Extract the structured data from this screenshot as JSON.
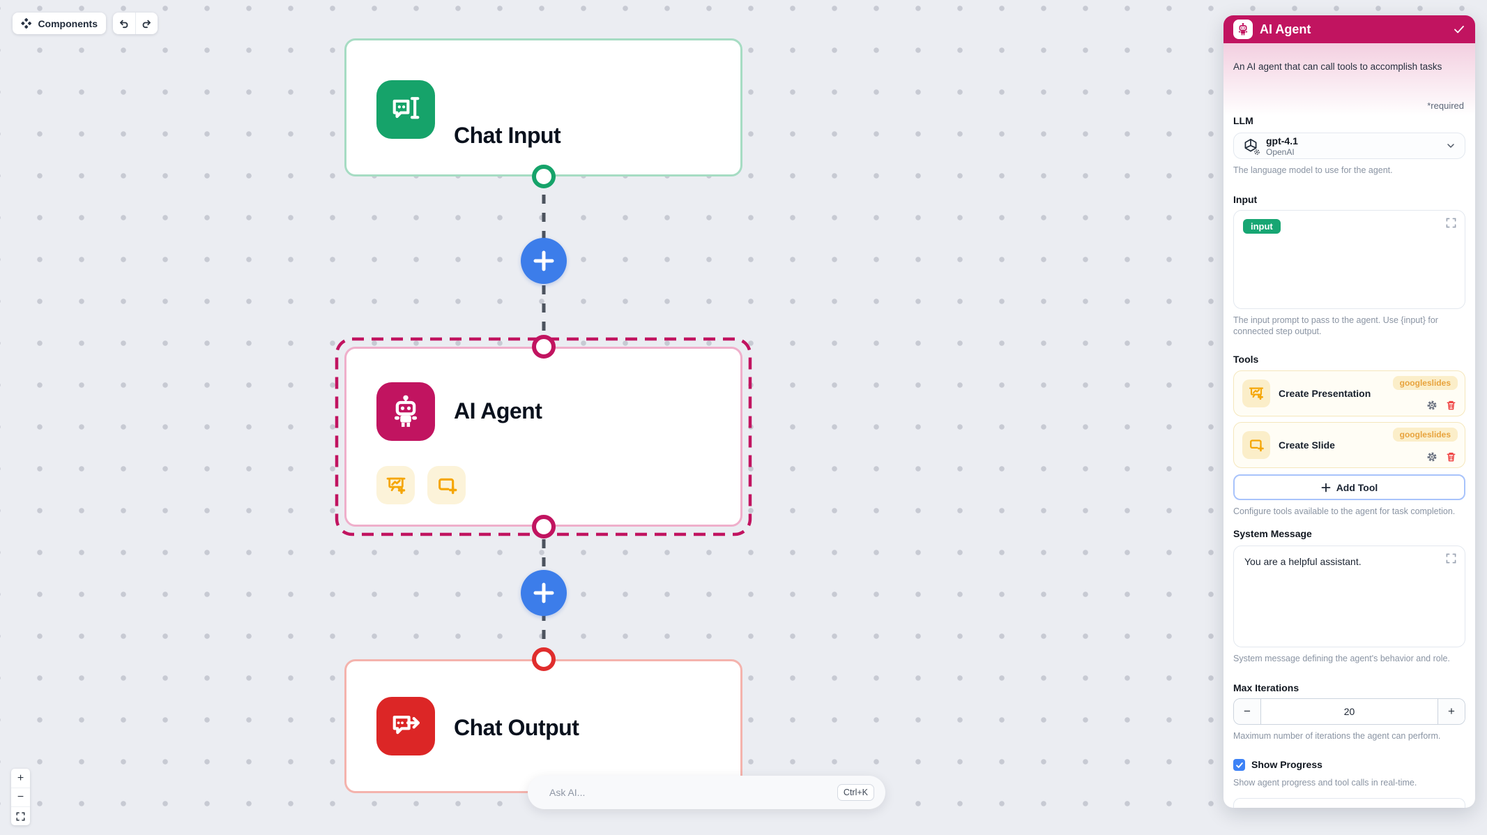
{
  "toolbar": {
    "components_label": "Components"
  },
  "canvas": {
    "nodes": {
      "chat_input": {
        "title": "Chat Input",
        "accent": "#16A36A"
      },
      "ai_agent": {
        "title": "AI Agent",
        "accent": "#C11460"
      },
      "chat_output": {
        "title": "Chat Output",
        "accent": "#DC2626"
      }
    },
    "ask_ai": {
      "placeholder": "Ask AI...",
      "shortcut": "Ctrl+K"
    }
  },
  "panel": {
    "title": "AI Agent",
    "description": "An AI agent that can call tools to accomplish tasks",
    "required_note": "*required",
    "llm": {
      "label": "LLM",
      "model": "gpt-4.1",
      "provider": "OpenAI",
      "helper": "The language model to use for the agent."
    },
    "input": {
      "label": "Input",
      "chip": "input",
      "helper": "The input prompt to pass to the agent. Use {input} for connected step output."
    },
    "tools": {
      "label": "Tools",
      "items": [
        {
          "name": "Create Presentation",
          "badge": "googleslides"
        },
        {
          "name": "Create Slide",
          "badge": "googleslides"
        }
      ],
      "add_label": "Add Tool",
      "helper": "Configure tools available to the agent for task completion."
    },
    "system_message": {
      "label": "System Message",
      "value": "You are a helpful assistant.",
      "helper": "System message defining the agent's behavior and role."
    },
    "max_iterations": {
      "label": "Max Iterations",
      "value": "20",
      "helper": "Maximum number of iterations the agent can perform."
    },
    "show_progress": {
      "label": "Show Progress",
      "checked": true,
      "helper": "Show agent progress and tool calls in real-time."
    }
  },
  "colors": {
    "primary": "#C11460",
    "green": "#16A36A",
    "red": "#DC2626",
    "blue": "#3C7DEA",
    "gold": "#F5A606"
  }
}
